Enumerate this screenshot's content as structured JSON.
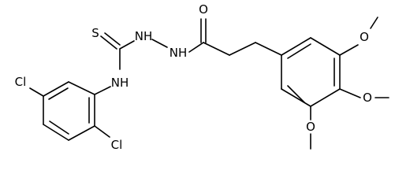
{
  "molecule": {
    "atoms": {
      "sulfur": "S",
      "hydrazide_nh_left": "NH",
      "hydrazide_nh_right": "NH",
      "carbonyl_oxygen": "O",
      "amide_nh": "NH",
      "chloro_top": "Cl",
      "chloro_bottom": "Cl",
      "methoxy_oxygen_top": "O",
      "methoxy_oxygen_middle": "O",
      "methoxy_oxygen_bottom": "O"
    }
  },
  "colors": {
    "bond": "#000000",
    "label": "#000000",
    "background": "#ffffff"
  }
}
